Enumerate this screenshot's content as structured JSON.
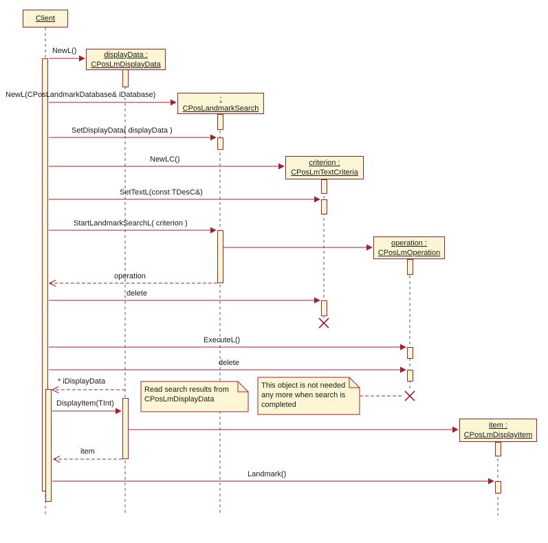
{
  "objects": {
    "client": {
      "name": "Client"
    },
    "display_data": {
      "line1": "displayData :",
      "line2": "CPosLmDisplayData"
    },
    "landmark_search": {
      "line1": ":",
      "line2": "CPosLandmarkSearch"
    },
    "criterion": {
      "line1": "criterion :",
      "line2": "CPosLmTextCriteria"
    },
    "operation": {
      "line1": "operation :",
      "line2": "CPosLmOperation"
    },
    "item": {
      "line1": "item :",
      "line2": "CPosLmDisplayItem"
    }
  },
  "messages": {
    "new_l": "NewL()",
    "new_l_database": "NewL(CPosLandmarkDatabase& iDatabase)",
    "set_display_data": "SetDisplayData( displayData )",
    "new_lc": "NewLC()",
    "set_text_l": "SetTextL(const TDesC&)",
    "start_landmark_search": "StartLandmarkSearchL( criterion )",
    "operation_return": "operation",
    "delete_criterion": "delete",
    "execute_l": "ExecuteL()",
    "delete_operation": "delete",
    "i_display_data": "* iDisplayData",
    "display_item": "DisplayItem(TInt)",
    "item_return": "item",
    "landmark": "Landmark()"
  },
  "notes": {
    "read_results": "Read search results from CPosLmDisplayData",
    "object_not_needed": "This object is not needed any more when search is completed"
  },
  "colors": {
    "box_fill": "#fcf6d4",
    "note_fill": "#fcf6d4",
    "border": "#a3202f",
    "line": "#a3202f",
    "lifeline": "#555555",
    "text": "#1a1a1a"
  }
}
